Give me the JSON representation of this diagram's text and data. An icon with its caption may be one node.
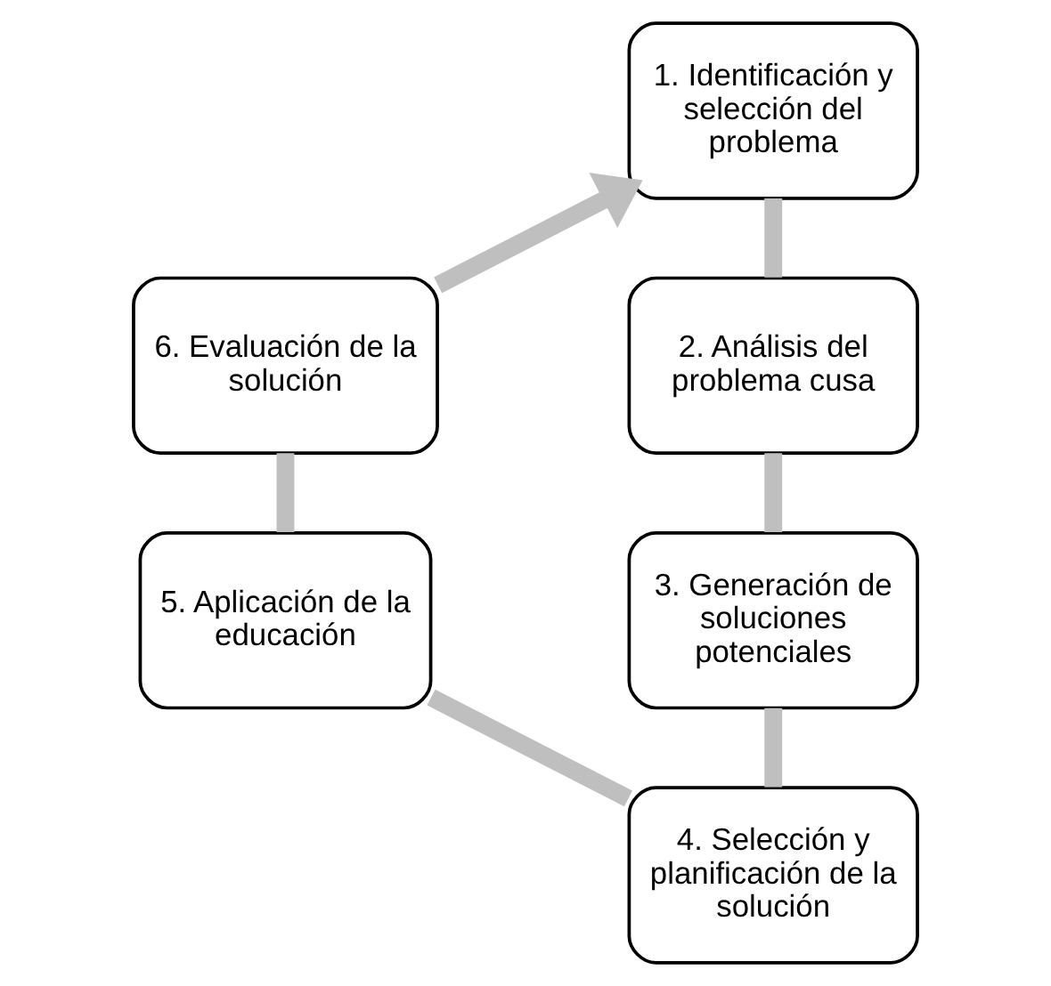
{
  "diagram": {
    "nodes": [
      {
        "text": [
          "1. Identificación y selección del problema"
        ]
      },
      {
        "text": [
          "2. Análisis del problema cusa"
        ]
      },
      {
        "text": [
          "3. Generación de soluciones potenciales"
        ]
      },
      {
        "text": [
          "4. Selección y planificación de la solución"
        ]
      },
      {
        "text": [
          "5. Aplicación de la educación"
        ]
      },
      {
        "text": [
          "6. Evaluación de la solución"
        ]
      }
    ],
    "edges": [
      {
        "from": 0,
        "to": 1,
        "arrow": "none"
      },
      {
        "from": 1,
        "to": 2,
        "arrow": "none"
      },
      {
        "from": 2,
        "to": 3,
        "arrow": "none"
      },
      {
        "from": 3,
        "to": 4,
        "arrow": "none"
      },
      {
        "from": 4,
        "to": 5,
        "arrow": "none"
      },
      {
        "from": 5,
        "to": 0,
        "arrow": "to"
      }
    ]
  }
}
